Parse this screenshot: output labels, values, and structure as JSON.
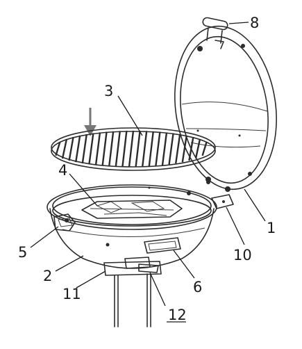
{
  "diagram": {
    "callouts": [
      "1",
      "2",
      "3",
      "4",
      "5",
      "6",
      "8",
      "10",
      "11",
      "12"
    ]
  }
}
